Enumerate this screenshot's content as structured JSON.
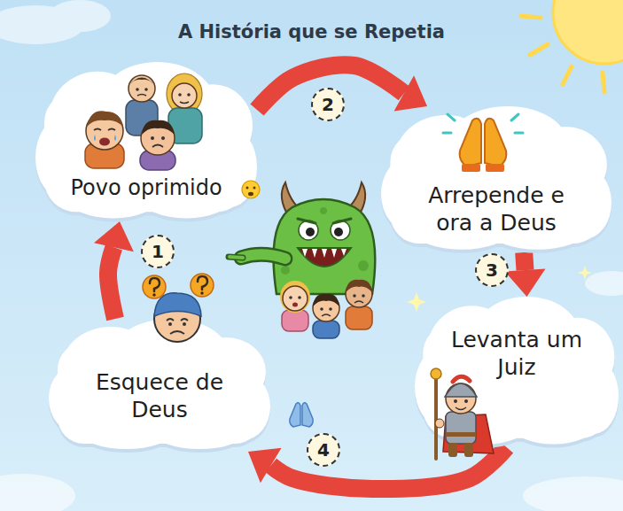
{
  "diagram": {
    "title": "A História que se Repetia",
    "nodes": [
      {
        "text": [
          "Povo oprimido"
        ]
      },
      {
        "text": [
          "Arrepende e ora a Deus"
        ]
      },
      {
        "text": [
          "Levanta um Juiz"
        ]
      },
      {
        "text": [
          "Esquece de Deus"
        ]
      }
    ],
    "edges": [
      {
        "from": 0,
        "to": 1,
        "label": "2",
        "arrow": "to"
      },
      {
        "from": 1,
        "to": 2,
        "label": "3",
        "arrow": "to"
      },
      {
        "from": 2,
        "to": 3,
        "label": "4",
        "arrow": "to"
      },
      {
        "from": 3,
        "to": 0,
        "label": "1",
        "arrow": "to"
      }
    ]
  }
}
